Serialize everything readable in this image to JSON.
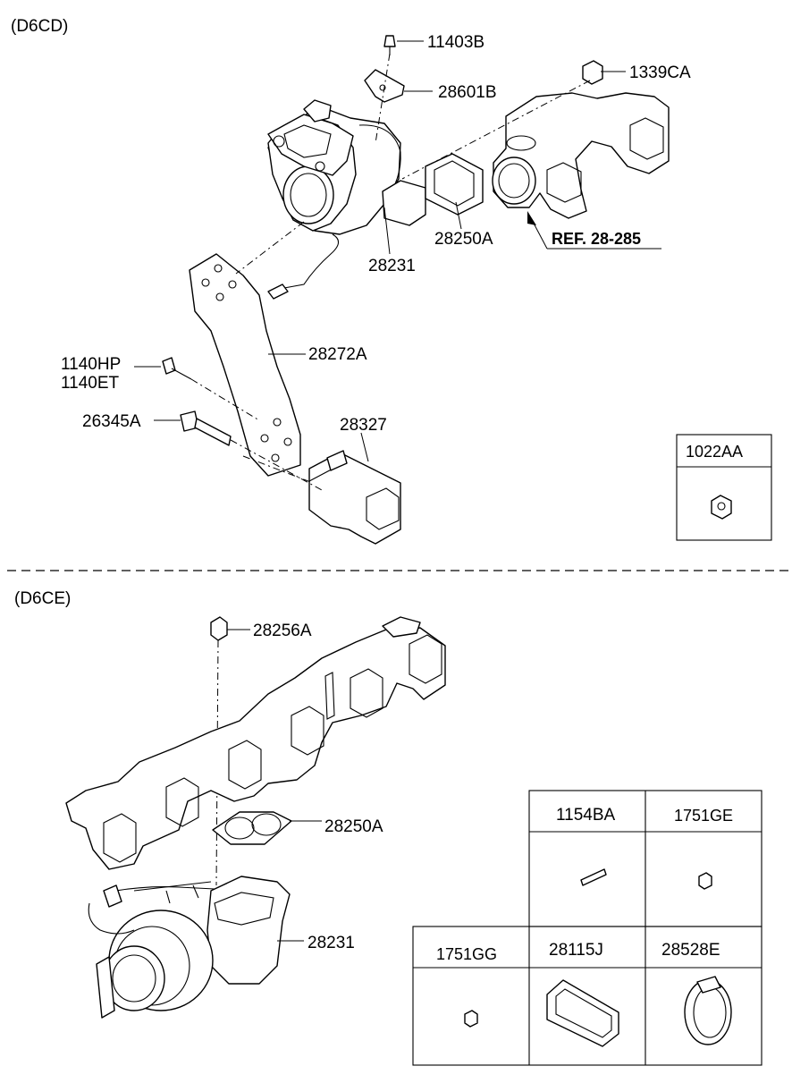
{
  "sections": [
    {
      "id": "d6cd",
      "title": "(D6CD)"
    },
    {
      "id": "d6ce",
      "title": "(D6CE)"
    }
  ],
  "labels": {
    "l_11403B": "11403B",
    "l_28601B": "28601B",
    "l_1339CA": "1339CA",
    "l_28250A_top": "28250A",
    "l_28231_top": "28231",
    "l_ref": "REF. 28-285",
    "l_28272A": "28272A",
    "l_1140HP": "1140HP",
    "l_1140ET": "1140ET",
    "l_26345A": "26345A",
    "l_28327": "28327",
    "l_28256A": "28256A",
    "l_28250A_bot": "28250A",
    "l_28231_bot": "28231"
  },
  "boxes": {
    "b_1022AA": "1022AA",
    "b_1154BA": "1154BA",
    "b_1751GE": "1751GE",
    "b_1751GG": "1751GG",
    "b_28115J": "28115J",
    "b_28528E": "28528E"
  }
}
